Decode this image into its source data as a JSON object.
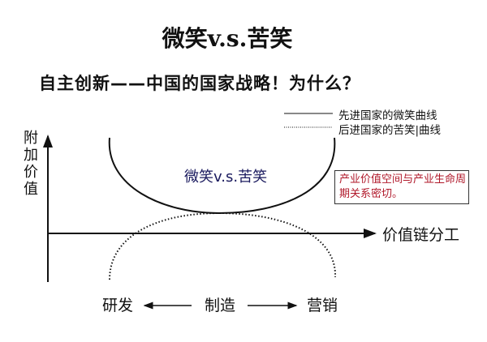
{
  "title": "微笑v.s.苦笑",
  "subtitle": "自主创新——中国的国家战略！为什么？",
  "legend": {
    "solid": "先进国家的微笑曲线",
    "dotted": "后进国家的苦笑|曲线"
  },
  "y_axis_label": "附加价值",
  "x_axis_label": "价值链分工",
  "center_text": "微笑v.s.苦笑",
  "note": "产业价值空间与产业生命周期关系密切。",
  "bottom_labels": {
    "left": "研发",
    "middle": "制造",
    "right": "营销"
  },
  "colors": {
    "note_text": "#b0182a",
    "center_text": "#1a1a5e"
  }
}
